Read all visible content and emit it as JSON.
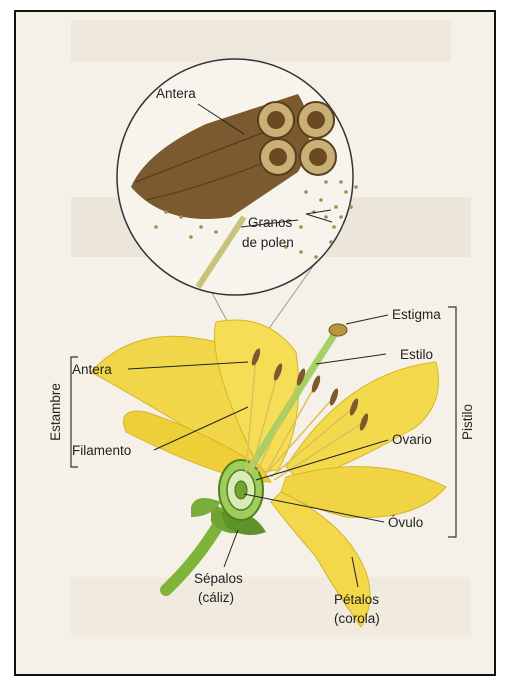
{
  "labels": {
    "antera_zoom": "Antera",
    "granos_1": "Granos",
    "granos_2": "de polen",
    "antera": "Antera",
    "filamento": "Filamento",
    "estambre": "Estambre",
    "estigma": "Estigma",
    "estilo": "Estilo",
    "ovario": "Ovario",
    "ovulo": "Óvulo",
    "pistilo": "Pistilo",
    "sepalos_1": "Sépalos",
    "sepalos_2": "(cáliz)",
    "petalos_1": "Pétalos",
    "petalos_2": "(corola)"
  },
  "colors": {
    "petal": "#f3dc4a",
    "petal_shade": "#e2c22a",
    "stem": "#7fb43a",
    "anther": "#7a5a2e",
    "background": "#f6f1e8"
  }
}
